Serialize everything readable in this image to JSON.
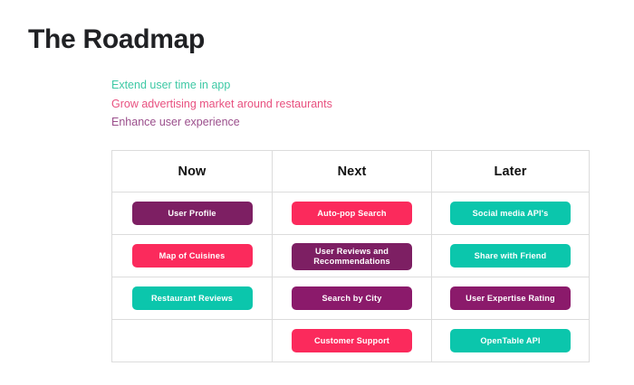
{
  "slide": {
    "title": "The Roadmap"
  },
  "goals": [
    {
      "text": "Extend user time in app",
      "color": "#3EC9A5"
    },
    {
      "text": "Grow advertising market around restaurants",
      "color": "#E8507F"
    },
    {
      "text": "Enhance user experience",
      "color": "#9B4F8C"
    }
  ],
  "colors": {
    "purple": "#7D1F63",
    "magenta": "#8B1A6B",
    "pink": "#FB2A5C",
    "teal": "#0BC6AC",
    "grid": "#dcdcdc",
    "title": "#202124",
    "header": "#111111"
  },
  "table": {
    "headers": [
      "Now",
      "Next",
      "Later"
    ],
    "rows": [
      [
        {
          "label": "User Profile",
          "color": "#7D1F63",
          "empty": false
        },
        {
          "label": "Auto-pop Search",
          "color": "#FB2A5C",
          "empty": false
        },
        {
          "label": "Social media API's",
          "color": "#0BC6AC",
          "empty": false
        }
      ],
      [
        {
          "label": "Map of Cuisines",
          "color": "#FB2A5C",
          "empty": false
        },
        {
          "label": "User Reviews and Recommendations",
          "color": "#7D1F63",
          "empty": false
        },
        {
          "label": "Share with Friend",
          "color": "#0BC6AC",
          "empty": false
        }
      ],
      [
        {
          "label": "Restaurant Reviews",
          "color": "#0BC6AC",
          "empty": false
        },
        {
          "label": "Search by City",
          "color": "#8B1A6B",
          "empty": false
        },
        {
          "label": "User Expertise Rating",
          "color": "#8B1A6B",
          "empty": false
        }
      ],
      [
        {
          "label": "",
          "color": "",
          "empty": true
        },
        {
          "label": "Customer Support",
          "color": "#FB2A5C",
          "empty": false
        },
        {
          "label": "OpenTable API",
          "color": "#0BC6AC",
          "empty": false
        }
      ]
    ]
  }
}
